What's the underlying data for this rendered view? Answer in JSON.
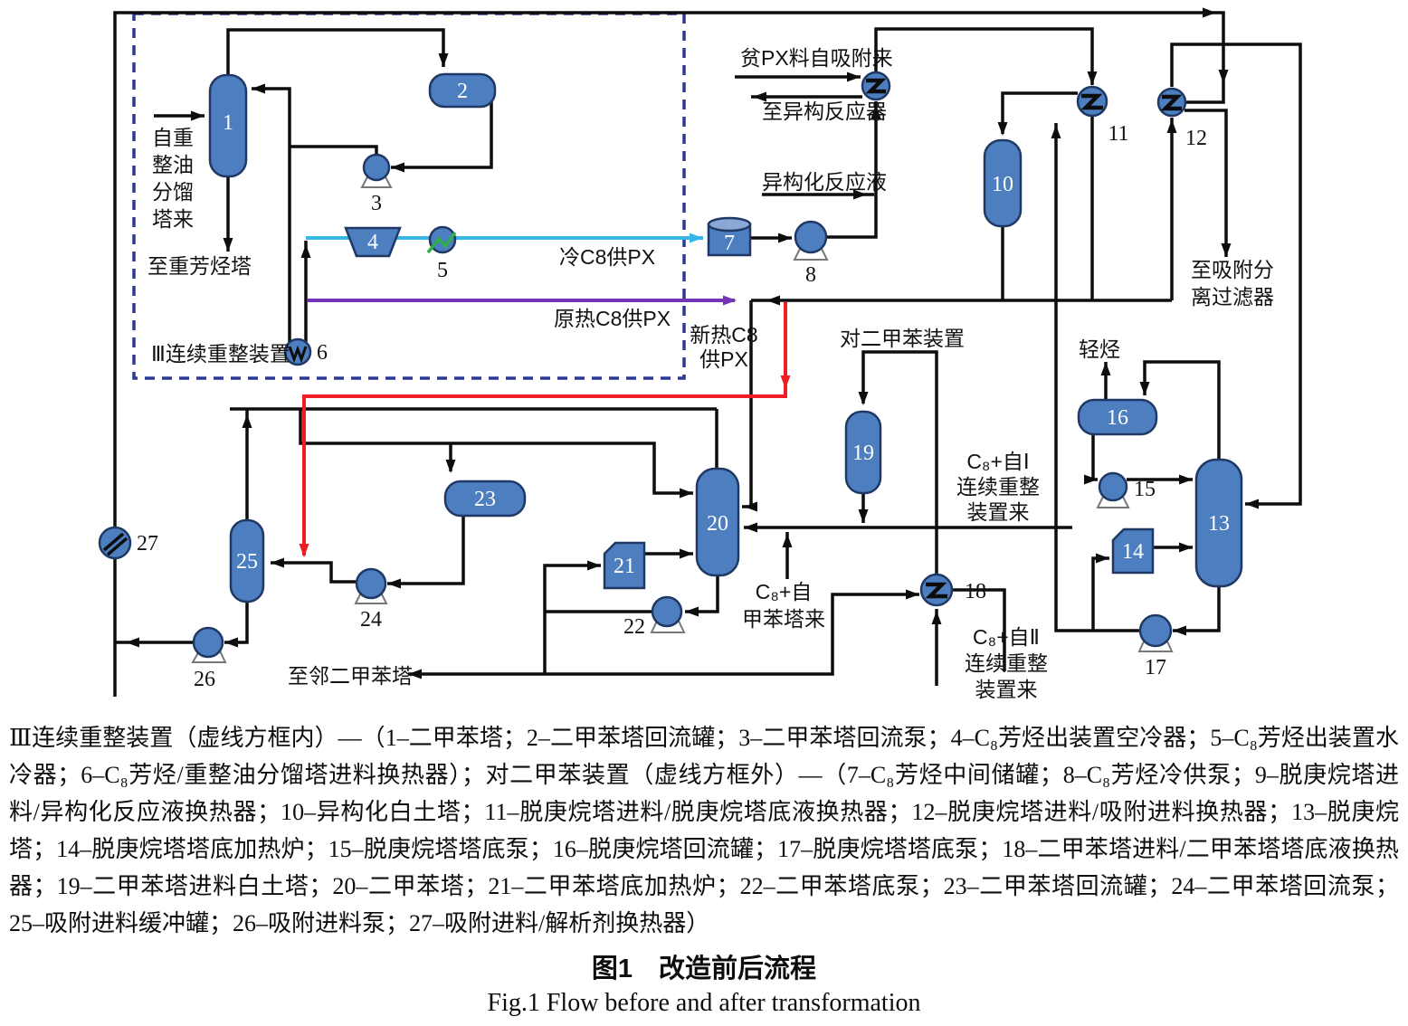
{
  "figure": {
    "title_zh": "图1　改造前后流程",
    "title_en": "Fig.1  Flow before and after transformation",
    "caption": "Ⅲ连续重整装置（虚线方框内）—（1–二甲苯塔；2–二甲苯塔回流罐；3–二甲苯塔回流泵；4–C₈芳烃出装置空冷器；5–C₈芳烃出装置水冷器；6–C₈芳烃/重整油分馏塔进料换热器）；对二甲苯装置（虚线方框外）—（7–C₈芳烃中间储罐；8–C₈芳烃冷供泵；9–脱庚烷塔进料/异构化反应液换热器；10–异构化白土塔；11–脱庚烷塔进料/脱庚烷塔底液换热器；12–脱庚烷塔进料/吸附进料换热器；13–脱庚烷塔；14–脱庚烷塔塔底加热炉；15–脱庚烷塔塔底泵；16–脱庚烷塔回流罐；17–脱庚烷塔塔底泵；18–二甲苯塔进料/二甲苯塔塔底液换热器；19–二甲苯塔进料白土塔；20–二甲苯塔；21–二甲苯塔底加热炉；22–二甲苯塔底泵；23–二甲苯塔回流罐；24–二甲苯塔回流泵；25–吸附进料缓冲罐；26–吸附进料泵；27–吸附进料/解析剂换热器）"
  },
  "equipment": {
    "e1": "1",
    "e2": "2",
    "e3": "3",
    "e4": "4",
    "e5": "5",
    "e6": "6",
    "e7": "7",
    "e8": "8",
    "e10": "10",
    "e11": "11",
    "e12": "12",
    "e13": "13",
    "e14": "14",
    "e15": "15",
    "e16": "16",
    "e17": "17",
    "e18": "18",
    "e19": "19",
    "e20": "20",
    "e21": "21",
    "e22": "22",
    "e23": "23",
    "e24": "24",
    "e25": "25",
    "e26": "26",
    "e27": "27"
  },
  "labels": {
    "from_reformer": [
      "自重",
      "整油",
      "分馏",
      "塔来"
    ],
    "to_heavy_aromatics": "至重芳烃塔",
    "unit3_reforming": "Ⅲ连续重整装置",
    "cold_c8": "冷C8供PX",
    "orig_hot_c8": "原热C8供PX",
    "new_hot_c8": [
      "新热C8",
      "供PX"
    ],
    "lean_px": "贫PX料自吸附来",
    "to_isom_reactor": "至异构反应器",
    "isom_liquid": "异构化反应液",
    "px_unit": "对二甲苯装置",
    "to_adsorption": [
      "至吸附分",
      "离过滤器"
    ],
    "light_hc": "轻烃",
    "c8_from_unit1": [
      "C₈+自Ⅰ",
      "连续重整",
      "装置来"
    ],
    "c8_from_toluene": [
      "C₈+自",
      "甲苯塔来"
    ],
    "c8_from_unit2": [
      "C₈+自Ⅱ",
      "连续重整",
      "装置来"
    ],
    "to_oxylene": "至邻二甲苯塔"
  },
  "colors": {
    "equipment_fill": "#4d7ec0",
    "equipment_stroke": "#1f3864",
    "pipe": "#0d0d0d",
    "cold_c8_line": "#37b6e9",
    "orig_hot_c8_line": "#7434b8",
    "new_hot_c8_line": "#f01e24",
    "water_cooler_arrow": "#2fae4a",
    "boundary_dash": "#2b3990"
  }
}
